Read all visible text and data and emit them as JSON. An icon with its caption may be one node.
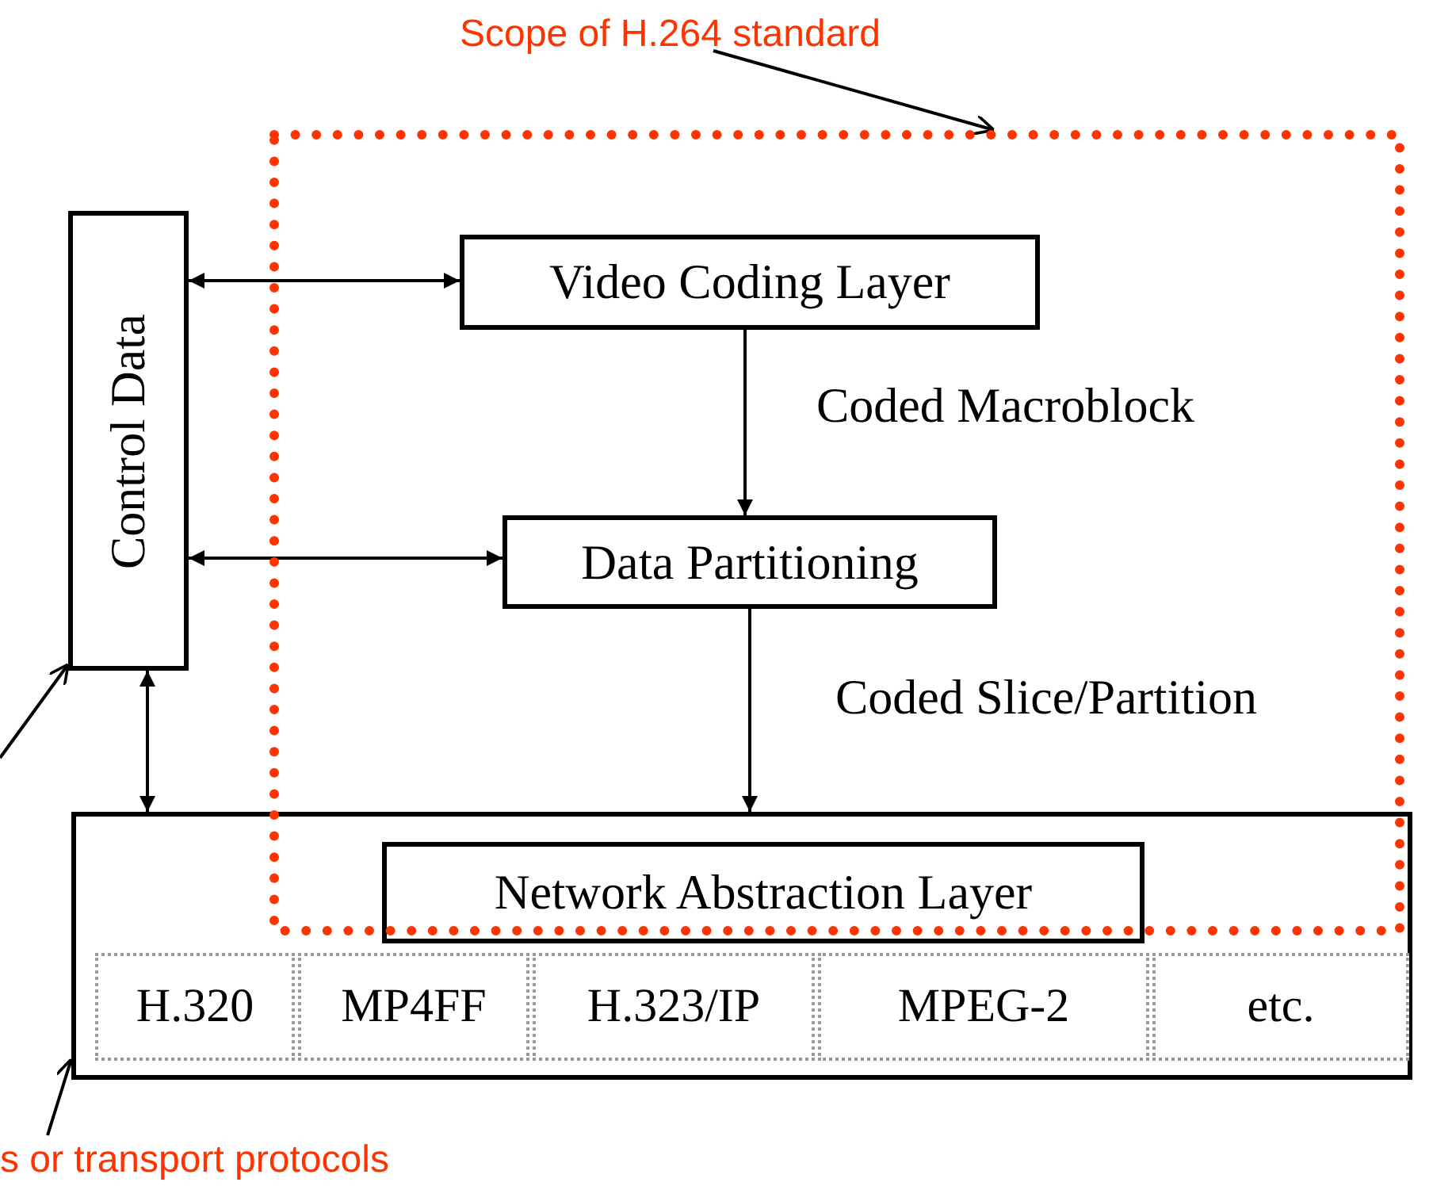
{
  "diagram": {
    "nodes": [
      {
        "text": [
          "Scope of H.264 standard"
        ]
      },
      {
        "text": [],
        "shape": "box"
      },
      {
        "text": [
          "Control Data"
        ]
      },
      {
        "text": [
          "Video Coding Layer"
        ],
        "in": 1
      },
      {
        "text": [
          "Data Partitioning"
        ],
        "in": 1
      },
      {
        "text": [],
        "shape": "box"
      },
      {
        "text": [
          "Network Abstraction Layer"
        ],
        "in": 5
      },
      {
        "text": [
          "H.320"
        ],
        "in": 5
      },
      {
        "text": [
          "MP4FF"
        ],
        "in": 5
      },
      {
        "text": [
          "H.323/IP"
        ],
        "in": 5
      },
      {
        "text": [
          "MPEG-2"
        ],
        "in": 5
      },
      {
        "text": [
          "etc."
        ],
        "in": 5
      },
      {
        "text": [
          "s or transport protocols"
        ]
      }
    ],
    "edges": [
      {
        "from": 0,
        "to": 1,
        "arrow": "to"
      },
      {
        "from": 2,
        "to": 3,
        "arrow": "both"
      },
      {
        "from": 3,
        "to": 4,
        "arrow": "to",
        "label": "Coded Macroblock"
      },
      {
        "from": 2,
        "to": 4,
        "arrow": "both"
      },
      {
        "from": 4,
        "to": 5,
        "arrow": "to",
        "label": "Coded Slice/Partition"
      },
      {
        "from": 2,
        "to": 5,
        "arrow": "both"
      },
      {
        "from": null,
        "to": 2,
        "arrow": "to"
      },
      {
        "from": 12,
        "to": 5,
        "arrow": "to"
      }
    ]
  }
}
